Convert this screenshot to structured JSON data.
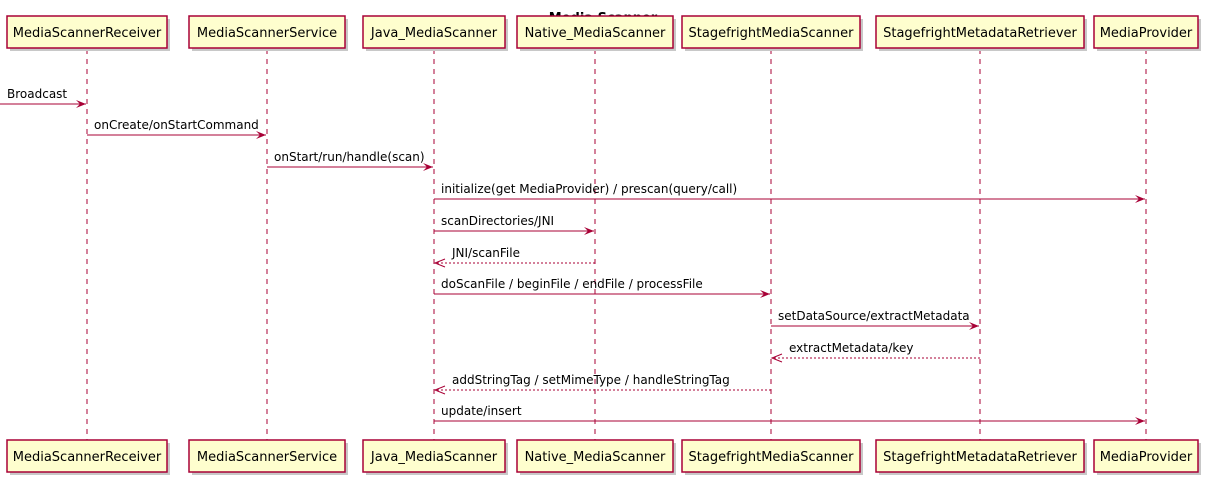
{
  "title": "Media Scanner",
  "colors": {
    "box_fill": "#FEFECE",
    "line": "#A80036"
  },
  "participants": [
    "MediaScannerReceiver",
    "MediaScannerService",
    "Java_MediaScanner",
    "Native_MediaScanner",
    "StagefrightMediaScanner",
    "StagefrightMetadataRetriever",
    "MediaProvider"
  ],
  "messages": [
    {
      "from": -1,
      "to": 0,
      "label": "Broadcast",
      "style": "solid"
    },
    {
      "from": 0,
      "to": 1,
      "label": "onCreate/onStartCommand",
      "style": "solid"
    },
    {
      "from": 1,
      "to": 2,
      "label": "onStart/run/handle(scan)",
      "style": "solid"
    },
    {
      "from": 2,
      "to": 6,
      "label": "initialize(get MediaProvider) / prescan(query/call)",
      "style": "solid"
    },
    {
      "from": 2,
      "to": 3,
      "label": "scanDirectories/JNI",
      "style": "solid"
    },
    {
      "from": 3,
      "to": 2,
      "label": "JNI/scanFile",
      "style": "dashed"
    },
    {
      "from": 2,
      "to": 4,
      "label": "doScanFile / beginFile / endFile / processFile",
      "style": "solid"
    },
    {
      "from": 4,
      "to": 5,
      "label": "setDataSource/extractMetadata",
      "style": "solid"
    },
    {
      "from": 5,
      "to": 4,
      "label": "extractMetadata/key",
      "style": "dashed"
    },
    {
      "from": 4,
      "to": 2,
      "label": "addStringTag / setMimeType / handleStringTag",
      "style": "dashed"
    },
    {
      "from": 2,
      "to": 6,
      "label": "update/insert",
      "style": "solid"
    }
  ]
}
